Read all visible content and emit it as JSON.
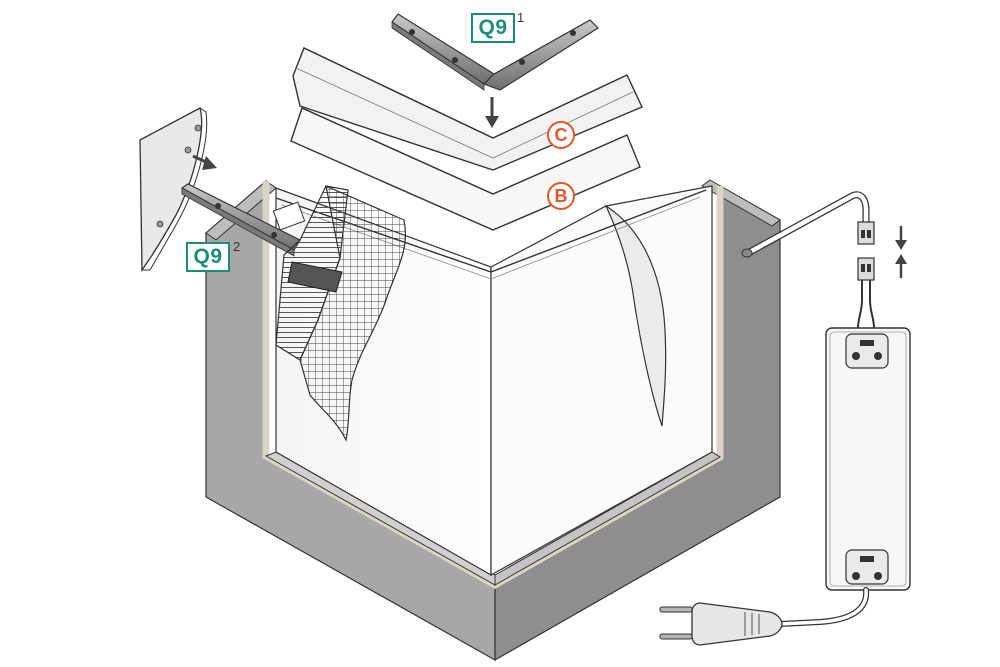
{
  "labels": {
    "q9_top": {
      "text": "Q9",
      "index": "1"
    },
    "q9_left": {
      "text": "Q9",
      "index": "2"
    },
    "part_c": "C",
    "part_b": "B"
  },
  "colors": {
    "accent_teal": "#1a8f78",
    "accent_orange": "#e3572a",
    "wall_gray": "#9a9a9a",
    "line": "#333333"
  }
}
